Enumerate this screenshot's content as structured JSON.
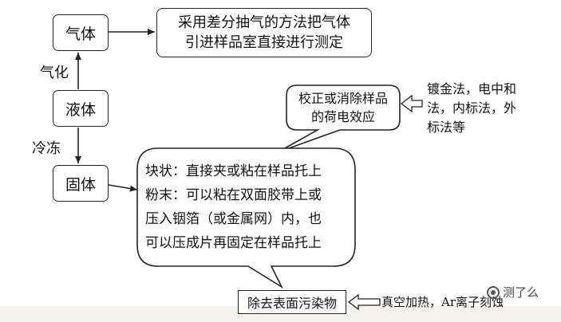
{
  "states": {
    "gas": "气体",
    "liquid": "液体",
    "solid": "固体"
  },
  "transitions": {
    "gasify": "气化",
    "freeze": "冷冻"
  },
  "gas_method": [
    "采用差分抽气的方法把气体",
    "引进样品室直接进行测定"
  ],
  "solid_method": [
    "块状：直接夹或粘在样品托上",
    "粉末：可以粘在双面胶带上或",
    "压入铟箔（或金属网）内，也",
    "可以压成片再固定在样品托上"
  ],
  "charge_correction": [
    "校正或消除样品",
    "的荷电效应"
  ],
  "charge_techniques": [
    "镀金法，电中和",
    "法，内标法，外",
    "标法等"
  ],
  "surface_cleaning": "除去表面污染物",
  "cleaning_methods": "真空加热，Ar离子刻蚀",
  "watermark": "测了么"
}
